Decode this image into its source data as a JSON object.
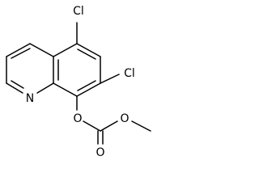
{
  "molecule": {
    "atoms": {
      "n1": "N",
      "cl5": "Cl",
      "cl7": "Cl",
      "o_ester": "O",
      "o_carbonyl": "O",
      "o_methoxy": "O"
    }
  }
}
